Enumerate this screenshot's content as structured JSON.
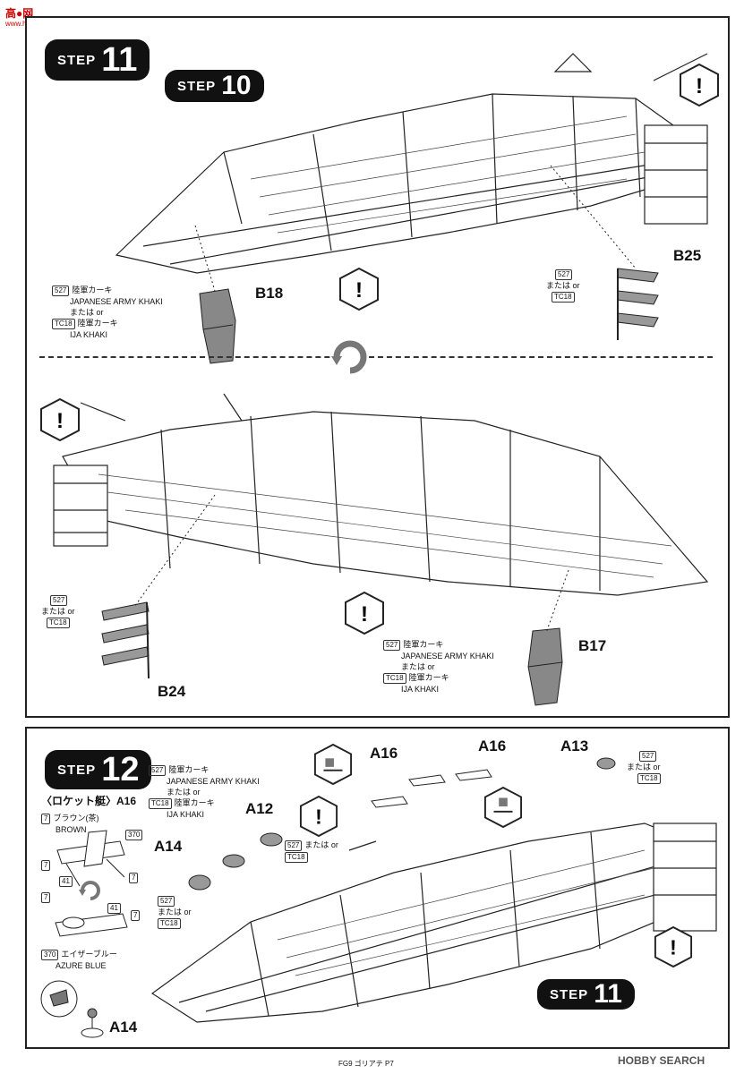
{
  "header": {
    "logo": "高●网",
    "url": "www.hobbyfan.com"
  },
  "footer": {
    "page_label": "FG9 ゴリアテ P7",
    "watermark": "HOBBY SEARCH"
  },
  "step11": {
    "badge_word": "STEP",
    "badge_num": "11",
    "sub_badge_word": "STEP",
    "sub_badge_num": "10",
    "parts": {
      "b18": "B18",
      "b25": "B25",
      "b24": "B24",
      "b17": "B17"
    },
    "paint_b18": {
      "c1": "527",
      "l1": "陸軍カーキ",
      "l2": "JAPANESE ARMY KHAKI",
      "l3": "または  or",
      "c2": "TC18",
      "l4": "陸軍カーキ",
      "l5": "IJA KHAKI"
    },
    "paint_b25": {
      "c1": "527",
      "l1": "または  or",
      "c2": "TC18"
    },
    "paint_b24": {
      "c1": "527",
      "l1": "または  or",
      "c2": "TC18"
    },
    "paint_b17": {
      "c1": "527",
      "l1": "陸軍カーキ",
      "l2": "JAPANESE ARMY KHAKI",
      "l3": "または  or",
      "c2": "TC18",
      "l4": "陸軍カーキ",
      "l5": "IJA KHAKI"
    }
  },
  "step12": {
    "badge_word": "STEP",
    "badge_num": "12",
    "sub_badge_word": "STEP",
    "sub_badge_num": "11",
    "rocket_title": "〈ロケット艇〉A16",
    "paint_main": {
      "c1": "527",
      "l1": "陸軍カーキ",
      "l2": "JAPANESE ARMY KHAKI",
      "l3": "または  or",
      "c2": "TC18",
      "l4": "陸軍カーキ",
      "l5": "IJA KHAKI"
    },
    "brown": {
      "c": "7",
      "l1": "ブラウン(茶)",
      "l2": "BROWN"
    },
    "azure": {
      "c": "370",
      "l1": "エイザーブルー",
      "l2": "AZURE BLUE"
    },
    "callouts": {
      "c7": "7",
      "c41": "41",
      "c370": "370"
    },
    "parts": {
      "a16a": "A16",
      "a16b": "A16",
      "a13": "A13",
      "a12": "A12",
      "a14": "A14",
      "a14b": "A14"
    },
    "paint_a13": {
      "c1": "527",
      "l1": "または  or",
      "c2": "TC18"
    },
    "paint_a12": {
      "c1": "527",
      "l1": "または  or",
      "c2": "TC18"
    },
    "paint_a14": {
      "c1": "527",
      "l1": "または  or",
      "c2": "TC18"
    }
  }
}
